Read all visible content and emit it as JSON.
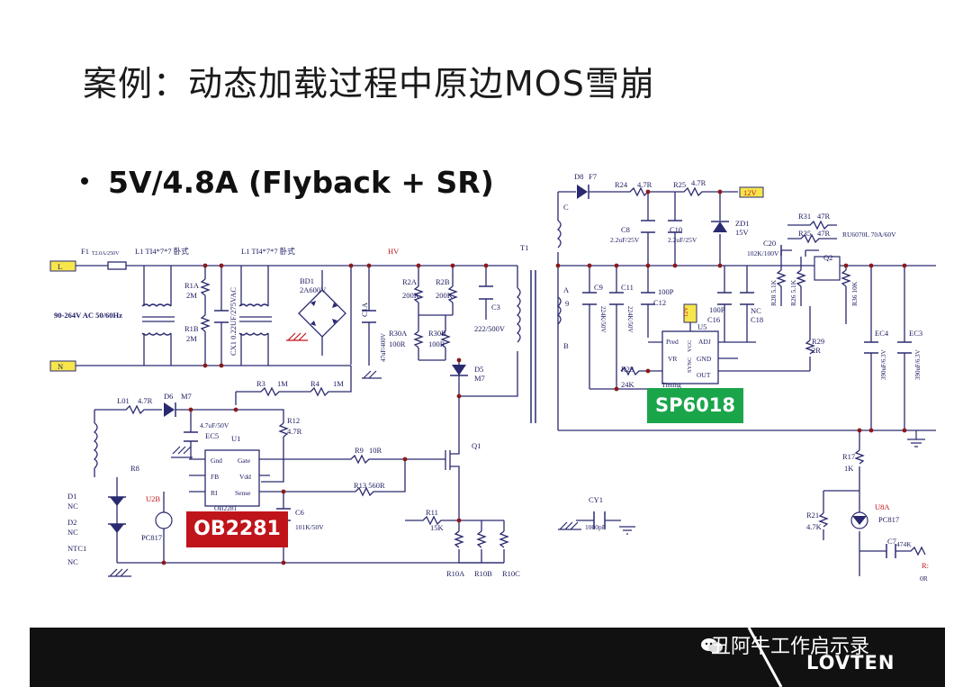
{
  "slide": {
    "title": "案例：动态加载过程中原边MOS雪崩",
    "bullet": "5V/4.8A (Flyback + SR)"
  },
  "tags": {
    "primary_ic": "OB2281",
    "sr_ic": "SP6018"
  },
  "schematic": {
    "labels": [
      {
        "id": "f1",
        "text": "F1"
      },
      {
        "id": "f1v",
        "text": "T2.0A/250V"
      },
      {
        "id": "l1a",
        "text": "L1 TI4*7*7 卧式"
      },
      {
        "id": "l1b",
        "text": "L1 TI4*7*7 卧式"
      },
      {
        "id": "hv",
        "text": "HV"
      },
      {
        "id": "t1",
        "text": "T1"
      },
      {
        "id": "r1a",
        "text": "R1A"
      },
      {
        "id": "r1a_v",
        "text": "2M"
      },
      {
        "id": "r1b",
        "text": "R1B"
      },
      {
        "id": "r1b_v",
        "text": "2M"
      },
      {
        "id": "cx1",
        "text": "CX1 0.22UF/275VAC"
      },
      {
        "id": "bd1",
        "text": "BD1"
      },
      {
        "id": "bd1_v",
        "text": "2A600V"
      },
      {
        "id": "c1a",
        "text": "C1A"
      },
      {
        "id": "c1a_v",
        "text": "47uF/400V"
      },
      {
        "id": "ac",
        "text": "90-264V AC 50/60Hz"
      },
      {
        "id": "l_in",
        "text": "L"
      },
      {
        "id": "n_in",
        "text": "N"
      },
      {
        "id": "r2a",
        "text": "R2A"
      },
      {
        "id": "r2a_v",
        "text": "200K"
      },
      {
        "id": "r2b",
        "text": "R2B"
      },
      {
        "id": "r2b_v",
        "text": "200K"
      },
      {
        "id": "c3",
        "text": "C3"
      },
      {
        "id": "c3_v",
        "text": "222/500V"
      },
      {
        "id": "r30a",
        "text": "R30A"
      },
      {
        "id": "r30a_v",
        "text": "100R"
      },
      {
        "id": "r30b",
        "text": "R30B"
      },
      {
        "id": "r30b_v",
        "text": "100R"
      },
      {
        "id": "d5",
        "text": "D5"
      },
      {
        "id": "m7b",
        "text": "M7"
      },
      {
        "id": "r3",
        "text": "R3"
      },
      {
        "id": "r3_v",
        "text": "1M"
      },
      {
        "id": "r4",
        "text": "R4"
      },
      {
        "id": "r4_v",
        "text": "1M"
      },
      {
        "id": "l01",
        "text": "L01"
      },
      {
        "id": "l01_v",
        "text": "4.7R"
      },
      {
        "id": "d6",
        "text": "D6"
      },
      {
        "id": "m7a",
        "text": "M7"
      },
      {
        "id": "ec5_v",
        "text": "4.7uF/50V"
      },
      {
        "id": "ec5",
        "text": "EC5"
      },
      {
        "id": "u1",
        "text": "U1"
      },
      {
        "id": "r12",
        "text": "R12"
      },
      {
        "id": "r12_v",
        "text": "4.7R"
      },
      {
        "id": "gnd",
        "text": "Gnd"
      },
      {
        "id": "gate",
        "text": "Gate"
      },
      {
        "id": "fb",
        "text": "FB"
      },
      {
        "id": "vdd",
        "text": "Vdd"
      },
      {
        "id": "ri",
        "text": "RI"
      },
      {
        "id": "sense",
        "text": "Sense"
      },
      {
        "id": "ob_small",
        "text": "OB2281"
      },
      {
        "id": "r8",
        "text": "R8"
      },
      {
        "id": "r9",
        "text": "R9"
      },
      {
        "id": "r9_v",
        "text": "10R"
      },
      {
        "id": "q1",
        "text": "Q1"
      },
      {
        "id": "r13",
        "text": "R13 560R"
      },
      {
        "id": "c6",
        "text": "C6"
      },
      {
        "id": "c6_v",
        "text": "101K/50V"
      },
      {
        "id": "r11",
        "text": "R11"
      },
      {
        "id": "r11_v",
        "text": "15K"
      },
      {
        "id": "r10a",
        "text": "R10A"
      },
      {
        "id": "r10b",
        "text": "R10B"
      },
      {
        "id": "r10c",
        "text": "R10C"
      },
      {
        "id": "d1",
        "text": "D1"
      },
      {
        "id": "d1nc",
        "text": "NC"
      },
      {
        "id": "d2",
        "text": "D2"
      },
      {
        "id": "d2nc",
        "text": "NC"
      },
      {
        "id": "ntc1",
        "text": "NTC1"
      },
      {
        "id": "ntcnc",
        "text": "NC"
      },
      {
        "id": "u2b",
        "text": "U2B"
      },
      {
        "id": "pc817a",
        "text": "PC817"
      },
      {
        "id": "cy1",
        "text": "CY1"
      },
      {
        "id": "cy1_v",
        "text": "1000pF"
      },
      {
        "id": "d8",
        "text": "D8"
      },
      {
        "id": "f7",
        "text": "F7"
      },
      {
        "id": "r24",
        "text": "R24"
      },
      {
        "id": "r24_v",
        "text": "4.7R"
      },
      {
        "id": "r25",
        "text": "R25"
      },
      {
        "id": "r25_v",
        "text": "4.7R"
      },
      {
        "id": "v12",
        "text": "12V"
      },
      {
        "id": "c8",
        "text": "C8"
      },
      {
        "id": "c8_v",
        "text": "2.2uF/25V"
      },
      {
        "id": "c10",
        "text": "C10"
      },
      {
        "id": "c10_v",
        "text": "2.2uF/25V"
      },
      {
        "id": "zd1",
        "text": "ZD1"
      },
      {
        "id": "zd1_v",
        "text": "15V"
      },
      {
        "id": "r31",
        "text": "R31"
      },
      {
        "id": "r31_v",
        "text": "47R"
      },
      {
        "id": "r35",
        "text": "R35"
      },
      {
        "id": "r35_v",
        "text": "47R"
      },
      {
        "id": "q2_part",
        "text": "RU6070L 70A/60V"
      },
      {
        "id": "c20",
        "text": "C20"
      },
      {
        "id": "c20_v",
        "text": "102K/100V"
      },
      {
        "id": "q2",
        "text": "Q2"
      },
      {
        "id": "c9",
        "text": "C9"
      },
      {
        "id": "c9_v",
        "text": "224K/50V"
      },
      {
        "id": "c11",
        "text": "C11"
      },
      {
        "id": "c11_v",
        "text": "224K/50V"
      },
      {
        "id": "c12",
        "text": "C12"
      },
      {
        "id": "c12_v",
        "text": "100P"
      },
      {
        "id": "r28",
        "text": "R28 5.1K"
      },
      {
        "id": "r26",
        "text": "R26 5.1K"
      },
      {
        "id": "r36",
        "text": "R36 10K"
      },
      {
        "id": "c16",
        "text": "C16"
      },
      {
        "id": "c16_v",
        "text": "100P"
      },
      {
        "id": "c18",
        "text": "C18"
      },
      {
        "id": "c18_nc",
        "text": "NC"
      },
      {
        "id": "u5",
        "text": "U5"
      },
      {
        "id": "pred",
        "text": "Pred"
      },
      {
        "id": "adj",
        "text": "ADJ"
      },
      {
        "id": "vr",
        "text": "VR"
      },
      {
        "id": "gnd2",
        "text": "GND"
      },
      {
        "id": "out",
        "text": "OUT"
      },
      {
        "id": "sync",
        "text": "SYNC"
      },
      {
        "id": "vcc",
        "text": "VCC"
      },
      {
        "id": "timing",
        "text": "Timing"
      },
      {
        "id": "r23",
        "text": "R23"
      },
      {
        "id": "r23_v",
        "text": "24K"
      },
      {
        "id": "r29",
        "text": "R29"
      },
      {
        "id": "r29_v",
        "text": "2R"
      },
      {
        "id": "ec4",
        "text": "EC4"
      },
      {
        "id": "ec4_v",
        "text": "390uF/6.3V"
      },
      {
        "id": "ec3",
        "text": "EC3"
      },
      {
        "id": "ec3_v",
        "text": "390uF/6.3V"
      },
      {
        "id": "r17",
        "text": "R17"
      },
      {
        "id": "r17_v",
        "text": "1K"
      },
      {
        "id": "u8a",
        "text": "U8A"
      },
      {
        "id": "pc817b",
        "text": "PC817"
      },
      {
        "id": "r21",
        "text": "R21"
      },
      {
        "id": "r21_v",
        "text": "4.7K"
      },
      {
        "id": "c7",
        "text": "C7"
      },
      {
        "id": "c7_v",
        "text": "474K"
      },
      {
        "id": "pin_a",
        "text": "A"
      },
      {
        "id": "pin_b",
        "text": "B"
      },
      {
        "id": "pin_c",
        "text": "C"
      },
      {
        "id": "pin9",
        "text": "9"
      },
      {
        "id": "pin12v",
        "text": "12V"
      },
      {
        "id": "pin_r_edge",
        "text": "R:"
      },
      {
        "id": "pin_0r",
        "text": "0R"
      }
    ]
  },
  "footer": {
    "watermark": "丑阿牛工作启示录",
    "logo": "LOVTEN"
  }
}
